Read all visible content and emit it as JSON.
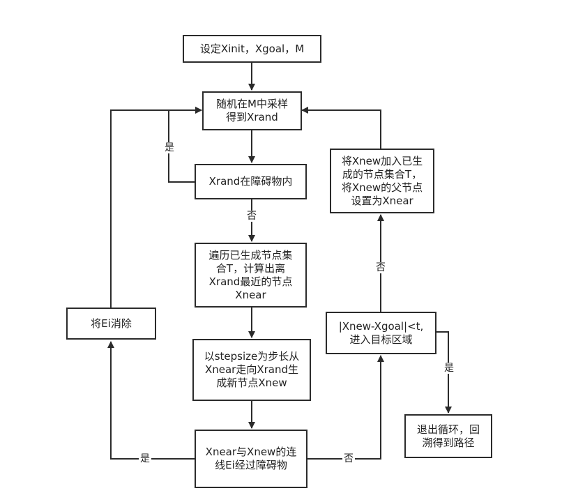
{
  "nodes": {
    "init": "设定Xinit，Xgoal，M",
    "sample": "随机在M中采样\n得到Xrand",
    "obstacle": "Xrand在障碍物内",
    "nearest": "遍历已生成节点集\n合T，计算出离\nXrand最近的节点\nXnear",
    "extend": "以stepsize为步长从\nXnear走向Xrand生\n成新节点Xnew",
    "collision": "Xnear与Xnew的连\n线Ei经过障碍物",
    "remove": "将Ei消除",
    "add": "将Xnew加入已生\n成的节点集合T，\n将Xnew的父节点\n设置为Xnear",
    "goal": "|Xnew-Xgoal|<t,\n进入目标区域",
    "exit": "退出循环，回\n溯得到路径"
  },
  "edge_labels": {
    "yes_obstacle": "是",
    "no_obstacle": "否",
    "yes_collision": "是",
    "no_collision": "否",
    "no_goal": "否",
    "yes_goal": "是"
  }
}
